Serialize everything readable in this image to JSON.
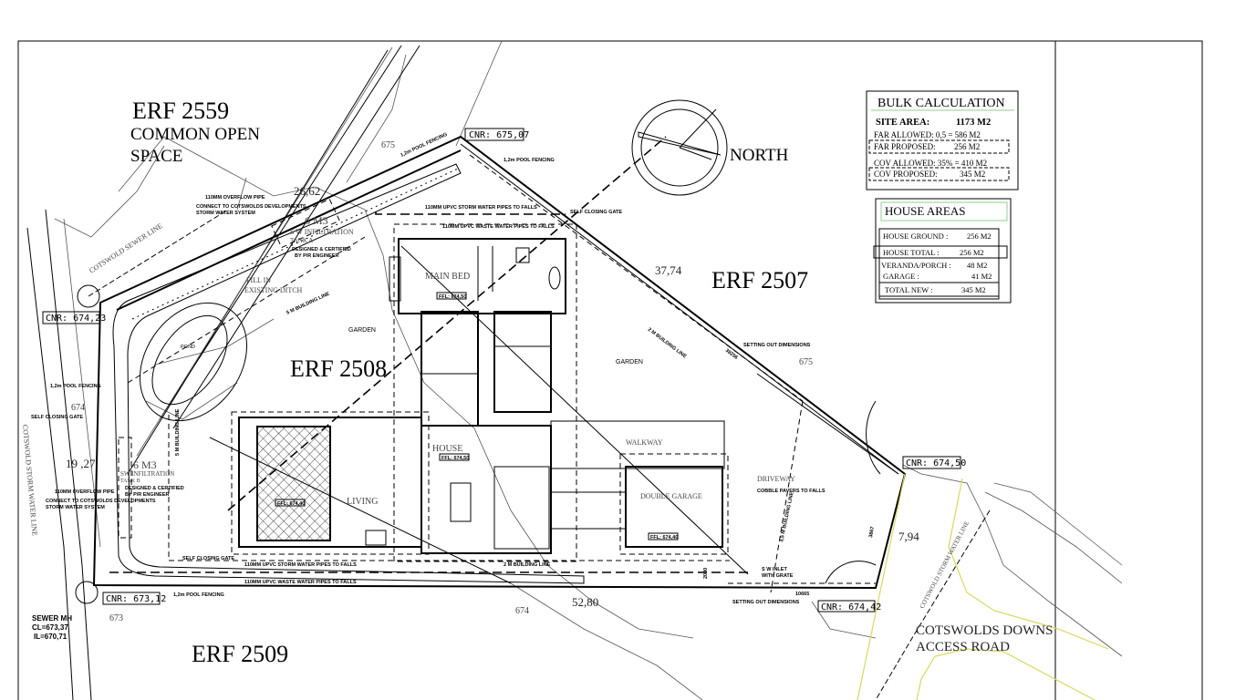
{
  "plots": {
    "erf_2559": "ERF 2559",
    "common_open": "COMMON OPEN",
    "space": "SPACE",
    "erf_2508": "ERF 2508",
    "erf_2507": "ERF 2507",
    "erf_2509": "ERF 2509",
    "access_road_1": "COTSWOLDS DOWNS",
    "access_road_2": "ACCESS ROAD"
  },
  "north_label": "NORTH",
  "corners": {
    "c1": "CNR: 675,07",
    "c2": "CNR: 674,23",
    "c3": "CNR: 674,50",
    "c4": "CNR: 674,42",
    "c5": "CNR: 673,12"
  },
  "dimensions": {
    "d1": "26,62",
    "d2": "37,74",
    "d3": "52,80",
    "d4": "7,94",
    "d5": "19 ,27"
  },
  "contours": [
    "675",
    "675",
    "674",
    "674",
    "673"
  ],
  "rooms": {
    "main_bed": "MAIN BED",
    "garden1": "GARDEN",
    "garden2": "GARDEN",
    "house": "HOUSE",
    "living": "LIVING",
    "walkway": "WALKWAY",
    "double_garage": "DOUBLE GARAGE",
    "driveway": "DRIVEWAY",
    "pond": "POND",
    "fill_in": "FILL IN",
    "existing_ditch": "EXISTING DITCH",
    "m3_top": "6 M3",
    "sw_infiltration_top": "S W INFILTRATION",
    "tank_top": "TANK A",
    "m3_left": "6 M3",
    "sw_infiltration_left": "SW INFILTRATION",
    "tank_left": "TANK B"
  },
  "notes": {
    "pool_fencing_top": "1,2m POOL FENCING",
    "pool_fencing_top2": "1,2m POOL FENCING",
    "pool_fencing_left": "1,2m POOL FENCING",
    "pool_fencing_bottom": "1,2m POOL FENCING",
    "self_closing_gate_top": "SELF CLOSING GATE",
    "self_closing_gate_left": "SELF CLOSING GATE",
    "self_closing_gate_bottom": "SELF CLOSING GATE",
    "overflow_top_1": "110MM OVERFLOW PIPE",
    "overflow_top_2": "CONNECT TO COTSWOLDS DEVELOPMENTS",
    "overflow_top_3": "STORM WATER SYSTEM",
    "overflow_left_1": "110MM OVERFLOW PIPE",
    "overflow_left_2": "CONNECT TO COTSWOLDS DEVELOPMENTS",
    "overflow_left_3": "STORM WATER SYSTEM",
    "designed_top_1": "DESIGNED & CERTIFIED",
    "designed_top_2": "BY P/R ENGINEER",
    "designed_left_1": "DESIGNED & CERTIFIED",
    "designed_left_2": "BY P/R ENGINEER",
    "storm_pipes_top": "110MM UPVC STORM WATER PIPES TO FALLS",
    "waste_pipes_top": "110MM UPVC WASTE WATER PIPES TO FALLS",
    "storm_pipes_bottom": "110MM UPVC STORM WATER PIPES TO FALLS",
    "waste_pipes_bottom": "110MM UPVC WASTE WATER PIPES TO FALLS",
    "building_line_5m": "5 M BUILDING LINE",
    "building_line_5m_left": "5 M BUILDING LINE",
    "building_line_2m": "2 M BUILDING LINE",
    "building_line_2m_bottom": "2 M BUILDING LINE",
    "building_line_35": "3,5 M BUILDING LINE",
    "setting_out_top": "SETTING OUT DIMENSIONS",
    "setting_out_bottom": "SETTING OUT DIMENSIONS",
    "cobble": "COBBLE PAVERS TO FALLS",
    "sw_inlet_1": "S W INLET",
    "sw_inlet_2": "WITH GRATE",
    "sewer_line": "COTSWOLD SEWER LINE",
    "storm_line_left": "COTSWOLD STORM WATER LINE",
    "storm_line_right": "COTSWOLD STORM WATER LINE",
    "sewer_mh_1": "SEWER MH",
    "sewer_mh_2": "CL=673,37",
    "sewer_mh_3": "IL=670,71",
    "ffl_main": "FFL: 674,50",
    "ffl_house": "FFL: 674,50",
    "ffl_veranda": "FFL: 674,40",
    "ffl_garage": "FFL: 674,40",
    "dim_10665": "10665",
    "dim_3867": "3867",
    "dim_2000": "2000",
    "dim_38256": "38256"
  },
  "bulk_calculation": {
    "title": "BULK CALCULATION",
    "site_area_label": "SITE AREA:",
    "site_area_value": "1173  M2",
    "far_allowed": "FAR ALLOWED: 0,5  = 586 M2",
    "far_proposed_label": "FAR PROPOSED:",
    "far_proposed_value": "256  M2",
    "cov_allowed": "COV ALLOWED: 35%  = 410 M2",
    "cov_proposed_label": "COV PROPOSED:",
    "cov_proposed_value": "345  M2"
  },
  "house_areas": {
    "title": "HOUSE  AREAS",
    "rows": [
      {
        "label": "HOUSE GROUND :",
        "value": "256   M2"
      },
      {
        "label": "HOUSE TOTAL  :",
        "value": "256  M2"
      },
      {
        "label": "VERANDA/PORCH :",
        "value": "48  M2"
      },
      {
        "label": "GARAGE   :",
        "value": "41   M2"
      },
      {
        "label": "TOTAL NEW  :",
        "value": "345    M2"
      }
    ]
  }
}
